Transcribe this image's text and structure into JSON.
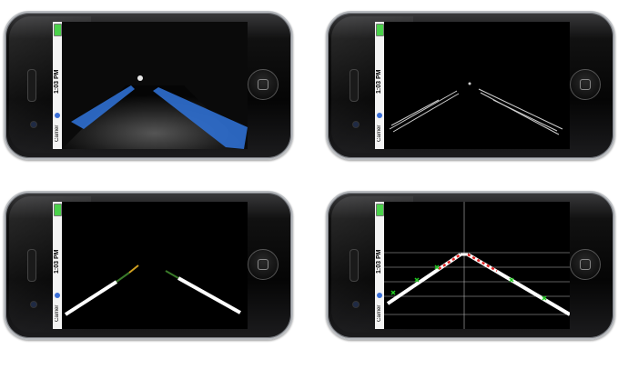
{
  "status_bar": {
    "time": "1:03 PM",
    "carrier": "Carrier"
  },
  "panels": [
    {
      "id": "original",
      "icons": [
        "battery-icon",
        "wifi-icon"
      ]
    },
    {
      "id": "edges",
      "icons": [
        "battery-icon",
        "wifi-icon"
      ]
    },
    {
      "id": "lines",
      "icons": [
        "battery-icon",
        "wifi-icon"
      ]
    },
    {
      "id": "vanishing-point",
      "icons": [
        "battery-icon",
        "wifi-icon"
      ]
    }
  ],
  "colors": {
    "lane_blue": "#2f6fd0",
    "edge_gray": "#cfcfcf",
    "line_white": "#ffffff",
    "marker_red": "#e02020",
    "marker_green": "#22cc22",
    "battery_green": "#4bd24b"
  }
}
